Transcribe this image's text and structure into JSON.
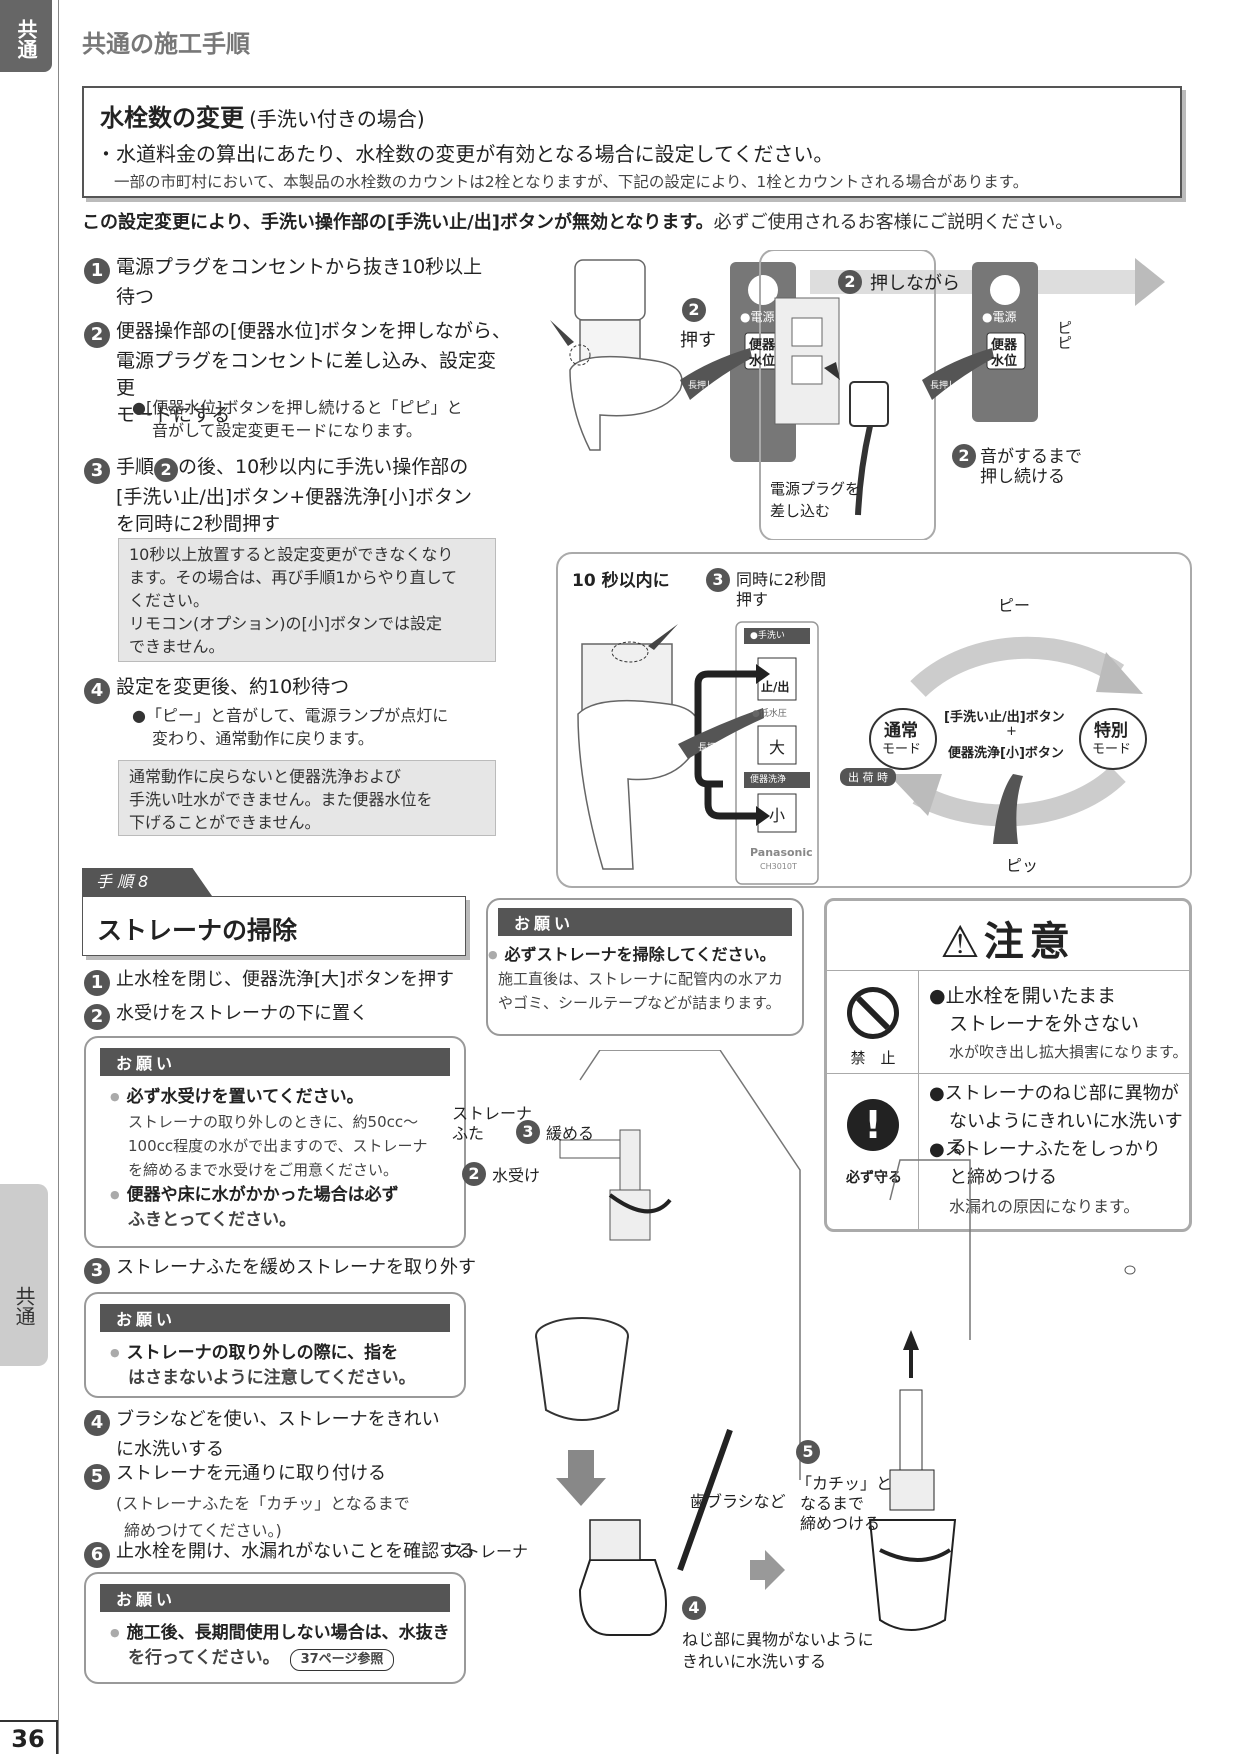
{
  "side_tab_top": "共通",
  "side_tab_mid": "共通",
  "page_number": "36",
  "section_header": "共通の施工手順",
  "faucet_box": {
    "title": "水栓数の変更",
    "title_sub": "(手洗い付きの場合)",
    "line1": "・水道料金の算出にあたり、水栓数の変更が有効となる場合に設定してください。",
    "line2": "一部の市町村において、本製品の水栓数のカウントは2栓となりますが、下記の設定により、1栓とカウントされる場合があります。"
  },
  "notice_bold": "この設定変更により、手洗い操作部の[手洗い止/出]ボタンが無効となります。",
  "notice_rest": "必ずご使用されるお客様にご説明ください。",
  "steps": {
    "s1": {
      "num": "1",
      "text1": "電源プラグをコンセントから抜き10秒以上",
      "text2": "待つ"
    },
    "s2": {
      "num": "2",
      "text1": "便器操作部の[便器水位]ボタンを押しながら、",
      "text2": "電源プラグをコンセントに差し込み、設定変更",
      "text3": "モードにする",
      "b1": "●[便器水位]ボタンを押し続けると「ピピ」と",
      "b2": "音がして設定変更モードになります。"
    },
    "s3": {
      "num": "3",
      "text1a": "手順",
      "text1ref": "2",
      "text1b": "の後、10秒以内に手洗い操作部の",
      "text2": "[手洗い止/出]ボタン+便器洗浄[小]ボタン",
      "text3": "を同時に2秒間押す"
    },
    "s3_note": {
      "l1": "10秒以上放置すると設定変更ができなくなり",
      "l2": "ます。その場合は、再び手順1からやり直して",
      "l3": "ください。",
      "l4": "リモコン(オプション)の[小]ボタンでは設定",
      "l5": "できません。"
    },
    "s4": {
      "num": "4",
      "text1": "設定を変更後、約10秒待つ",
      "b1": "●「ピー」と音がして、電源ランプが点灯に",
      "b2": "変わり、通常動作に戻ります。"
    },
    "s4_note": {
      "l1": "通常動作に戻らないと便器洗浄および",
      "l2": "手洗い吐水ができません。また便器水位を",
      "l3": "下げることができません。"
    }
  },
  "fig1": {
    "push_num": "2",
    "push_label": "押す",
    "power": "●電源",
    "level1": "便器",
    "level2": "水位",
    "longpress": "長押し",
    "while_num": "2",
    "while_label": "押しながら",
    "plug1": "電源プラグを",
    "plug2": "差し込む",
    "pipi": "ピピ",
    "hold_num": "2",
    "hold1": "音がするまで",
    "hold2": "押し続ける"
  },
  "fig2": {
    "within": "10 秒以内に",
    "num": "3",
    "sim1": "同時に2秒間",
    "sim2": "押す",
    "tearai": "●手洗い",
    "stop": "止/出",
    "lowpressure": "●低水圧",
    "big": "大",
    "flush": "便器洗浄",
    "small": "小",
    "brand": "Panasonic",
    "model": "CH3010T",
    "pii": "ピー",
    "pitsu": "ピッ",
    "normal1": "通常",
    "normal2": "モード",
    "special1": "特別",
    "special2": "モード",
    "center1": "[手洗い止/出]ボタン",
    "center2": "+",
    "center3": "便器洗浄[小]ボタン",
    "factory": "出 荷 時",
    "longpress": "長押し"
  },
  "procedure_label": "手 順 8",
  "strainer_title": "ストレーナの掃除",
  "clean_steps": {
    "c1": {
      "num": "1",
      "text": "止水栓を閉じ、便器洗浄[大]ボタンを押す"
    },
    "c2": {
      "num": "2",
      "text": "水受けをストレーナの下に置く"
    },
    "c3": {
      "num": "3",
      "text": "ストレーナふたを緩めストレーナを取り外す"
    },
    "c4": {
      "num": "4",
      "text1": "ブラシなどを使い、ストレーナをきれい",
      "text2": "に水洗いする"
    },
    "c5": {
      "num": "5",
      "text": "ストレーナを元通りに取り付ける",
      "sub1": "(ストレーナふたを「カチッ」となるまで",
      "sub2": "締めつけてください。)"
    },
    "c6": {
      "num": "6",
      "text": "止水栓を開け、水漏れがないことを確認する"
    }
  },
  "onegai_label": "お願い",
  "onegai1": {
    "b1": "必ず水受けを置いてください。",
    "t1": "ストレーナの取り外しのときに、約50cc〜",
    "t2": "100cc程度の水がで出ますので、ストレーナ",
    "t3": "を締めるまで水受けをご用意ください。",
    "b2a": "便器や床に水がかかった場合は必ず",
    "b2b": "ふきとってください。"
  },
  "onegai2": {
    "b1a": "ストレーナの取り外しの際に、指を",
    "b1b": "はさまないように注意してください。"
  },
  "onegai3": {
    "b1a": "施工後、長期間使用しない場合は、水抜き",
    "b1b": "を行ってください。",
    "ref": "37ページ参照"
  },
  "onegai_mid": {
    "b1": "必ずストレーナを掃除してください。",
    "t1": "施工直後は、ストレーナに配管内の水アカ",
    "t2": "やゴミ、シールテープなどが詰まります。"
  },
  "caution": {
    "title": "注意",
    "prohibit": "禁　止",
    "p1a": "●止水栓を開いたまま",
    "p1b": "ストレーナを外さない",
    "p1c": "水が吹き出し拡大損害になります。",
    "must": "必ず守る",
    "m1a": "●ストレーナのねじ部に異物が",
    "m1b": "ないようにきれいに水洗いする",
    "m2a": "●ストレーナふたをしっかり",
    "m2b": "と締めつける",
    "m2c": "水漏れの原因になります。"
  },
  "fig3": {
    "lid1": "ストレーナ",
    "lid2": "ふた",
    "loosen_num": "3",
    "loosen": "緩める",
    "bucket_num": "2",
    "bucket": "水受け",
    "brush": "歯ブラシなど",
    "strainer": "ストレーナ",
    "wash_num": "4",
    "wash1": "ねじ部に異物がないように",
    "wash2": "きれいに水洗いする",
    "click_num": "5",
    "click1": "「カチッ」と",
    "click2": "なるまで",
    "click3": "締めつける"
  }
}
